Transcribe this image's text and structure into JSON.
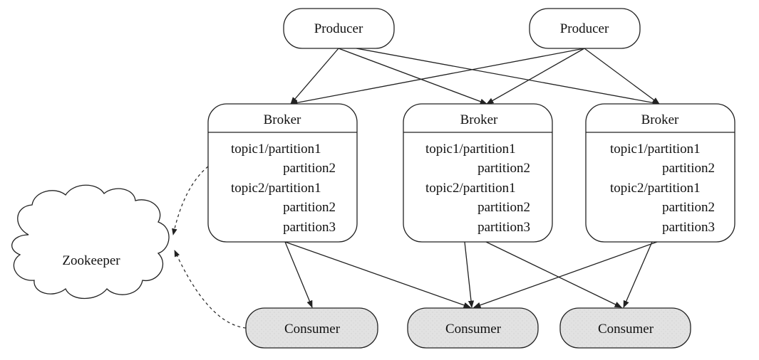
{
  "producers": [
    {
      "label": "Producer"
    },
    {
      "label": "Producer"
    }
  ],
  "brokers": [
    {
      "label": "Broker",
      "lines": [
        "topic1/partition1",
        "partition2",
        "topic2/partition1",
        "partition2",
        "partition3"
      ]
    },
    {
      "label": "Broker",
      "lines": [
        "topic1/partition1",
        "partition2",
        "topic2/partition1",
        "partition2",
        "partition3"
      ]
    },
    {
      "label": "Broker",
      "lines": [
        "topic1/partition1",
        "partition2",
        "topic2/partition1",
        "partition2",
        "partition3"
      ]
    }
  ],
  "consumers": [
    {
      "label": "Consumer"
    },
    {
      "label": "Consumer"
    },
    {
      "label": "Consumer"
    }
  ],
  "zookeeper": {
    "label": "Zookeeper"
  },
  "colors": {
    "stroke": "#222222",
    "consumer_fill": "#e0e0e0",
    "text": "#111111"
  }
}
